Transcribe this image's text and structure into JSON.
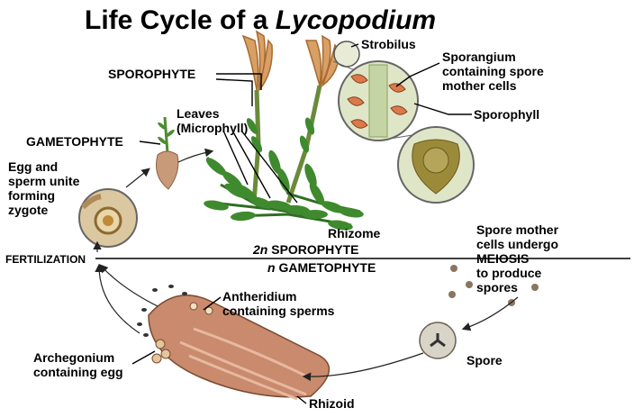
{
  "title": {
    "prefix": "Life Cycle of a ",
    "genus": "Lycopodium"
  },
  "labels": {
    "strobilus": "Strobilus",
    "sporangium_1": "Sporangium",
    "sporangium_2": "containing spore",
    "sporangium_3": "mother cells",
    "sporophyll": "Sporophyll",
    "sporophyte": "SPOROPHYTE",
    "leaves_1": "Leaves",
    "leaves_2": "(Microphyll)",
    "gametophyte": "GAMETOPHYTE",
    "egg_sperm_1": "Egg and",
    "egg_sperm_2": "sperm unite",
    "egg_sperm_3": "forming",
    "egg_sperm_4": "zygote",
    "rhizome": "Rhizome",
    "ploidy_2n": "2n",
    "ploidy_2n_label": " SPOROPHYTE",
    "ploidy_n": "n",
    "ploidy_n_label": " GAMETOPHYTE",
    "fertilization": "FERTILIZATION",
    "meiosis_1": "Spore mother",
    "meiosis_2": "cells undergo",
    "meiosis_3": "MEIOSIS",
    "meiosis_4": "to produce",
    "meiosis_5": "spores",
    "antheridium_1": "Antheridium",
    "antheridium_2": "containing sperms",
    "archegonium_1": "Archegonium",
    "archegonium_2": "containing egg",
    "spore": "Spore",
    "rhizoid": "Rhizoid"
  },
  "colors": {
    "plant_green": "#3f8a2e",
    "strobilus_tan": "#d9a066",
    "circle_bg": "#dfe6c8",
    "gametophyte_tan": "#c89a7a",
    "prothallus_pink": "#c98a6e",
    "spore_brown": "#8a7560"
  }
}
